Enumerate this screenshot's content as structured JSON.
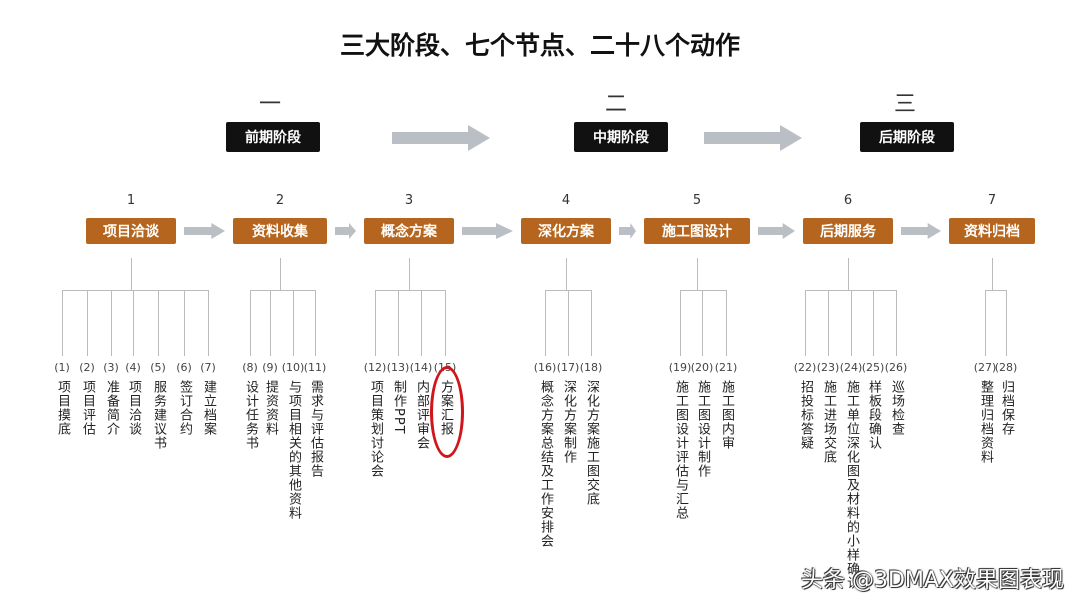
{
  "title": "三大阶段、七个节点、二十八个动作",
  "phases": [
    {
      "num": "一",
      "label": "前期阶段"
    },
    {
      "num": "二",
      "label": "中期阶段"
    },
    {
      "num": "三",
      "label": "后期阶段"
    }
  ],
  "stages": [
    {
      "num": "1",
      "label": "项目洽谈"
    },
    {
      "num": "2",
      "label": "资料收集"
    },
    {
      "num": "3",
      "label": "概念方案"
    },
    {
      "num": "4",
      "label": "深化方案"
    },
    {
      "num": "5",
      "label": "施工图设计"
    },
    {
      "num": "6",
      "label": "后期服务"
    },
    {
      "num": "7",
      "label": "资料归档"
    }
  ],
  "items": [
    {
      "num": "(1)",
      "text": "项目摸底",
      "stage": 0
    },
    {
      "num": "(2)",
      "text": "项目评估",
      "stage": 0
    },
    {
      "num": "(3)",
      "text": "准备简介",
      "stage": 0
    },
    {
      "num": "(4)",
      "text": "项目洽谈",
      "stage": 0
    },
    {
      "num": "(5)",
      "text": "服务建议书",
      "stage": 0
    },
    {
      "num": "(6)",
      "text": "签订合约",
      "stage": 0
    },
    {
      "num": "(7)",
      "text": "建立档案",
      "stage": 0
    },
    {
      "num": "(8)",
      "text": "设计任务书",
      "stage": 1
    },
    {
      "num": "(9)",
      "text": "提资资料",
      "stage": 1
    },
    {
      "num": "(10)",
      "text": "与项目相关的其他资料",
      "stage": 1
    },
    {
      "num": "(11)",
      "text": "需求与评估报告",
      "stage": 1
    },
    {
      "num": "(12)",
      "text": "项目策划讨论会",
      "stage": 2
    },
    {
      "num": "(13)",
      "text": "制作PPT",
      "stage": 2
    },
    {
      "num": "(14)",
      "text": "内部评审会",
      "stage": 2
    },
    {
      "num": "(15)",
      "text": "方案汇报",
      "stage": 2,
      "highlighted": true
    },
    {
      "num": "(16)",
      "text": "概念方案总结及工作安排会",
      "stage": 3
    },
    {
      "num": "(17)",
      "text": "深化方案制作",
      "stage": 3
    },
    {
      "num": "(18)",
      "text": "深化方案施工图交底",
      "stage": 3
    },
    {
      "num": "(19)",
      "text": "施工图设计评估与汇总",
      "stage": 4
    },
    {
      "num": "(20)",
      "text": "施工图设计制作",
      "stage": 4
    },
    {
      "num": "(21)",
      "text": "施工图内审",
      "stage": 4
    },
    {
      "num": "(22)",
      "text": "招投标答疑",
      "stage": 5
    },
    {
      "num": "(23)",
      "text": "施工进场交底",
      "stage": 5
    },
    {
      "num": "(24)",
      "text": "施工单位深化图及材料的小样确认",
      "stage": 5
    },
    {
      "num": "(25)",
      "text": "样板段确认",
      "stage": 5
    },
    {
      "num": "(26)",
      "text": "巡场检查",
      "stage": 5
    },
    {
      "num": "(27)",
      "text": "整理归档资料",
      "stage": 6
    },
    {
      "num": "(28)",
      "text": "归档保存",
      "stage": 6
    }
  ],
  "watermark": "头条 @3DMAX效果图表现",
  "colors": {
    "stage_box": "#b5651d",
    "phase_box": "#111111",
    "arrow": "#b9bfc4",
    "highlight": "#d0151b"
  }
}
